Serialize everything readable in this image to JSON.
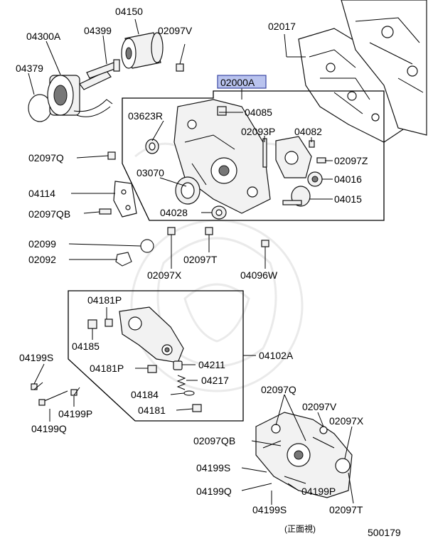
{
  "labels": {
    "l04150": "04150",
    "l04300A": "04300A",
    "l04399": "04399",
    "l02097V_top": "02097V",
    "l02017": "02017",
    "l04379": "04379",
    "l02000A": "02000A",
    "l03623R": "03623R",
    "l04085": "04085",
    "l02093P": "02093P",
    "l04082": "04082",
    "l02097Q_left": "02097Q",
    "l02097Z": "02097Z",
    "l03070": "03070",
    "l04016": "04016",
    "l04114": "04114",
    "l04015": "04015",
    "l04028": "04028",
    "l02097QB_left": "02097QB",
    "l02099": "02099",
    "l02092": "02092",
    "l02097T_mid": "02097T",
    "l02097X_mid": "02097X",
    "l04096W": "04096W",
    "l04181P_top": "04181P",
    "l04185": "04185",
    "l04102A": "04102A",
    "l04199S_left": "04199S",
    "l04181P_mid": "04181P",
    "l04211": "04211",
    "l04217": "04217",
    "l04184": "04184",
    "l04199P_left": "04199P",
    "l04181_bot": "04181",
    "l04199Q_left": "04199Q",
    "l02097Q_bot": "02097Q",
    "l02097V_bot": "02097V",
    "l02097X_bot": "02097X",
    "l02097QB_bot": "02097QB",
    "l04199S_bot1": "04199S",
    "l04199Q_bot": "04199Q",
    "l04199P_bot": "04199P",
    "l04199S_bot2": "04199S",
    "l02097T_bot": "02097T",
    "view_note": "(正面視)",
    "diagram_number": "500179"
  },
  "colors": {
    "highlight_fill": "#b9c3ee",
    "highlight_border": "#3a47a3"
  }
}
